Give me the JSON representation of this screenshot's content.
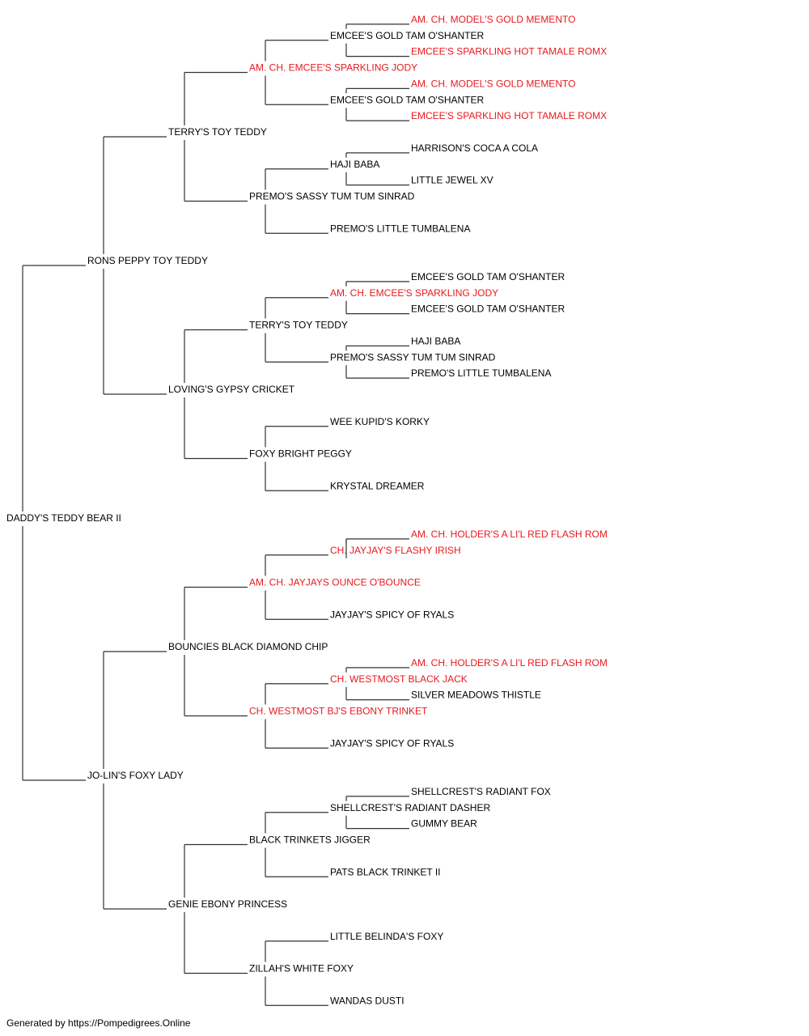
{
  "colors": {
    "champion": "#e8191e",
    "normal": "#000000",
    "line": "#333333"
  },
  "footer": "Generated by https://Pompedigrees.Online",
  "pedigree": {
    "name": "DADDY'S TEDDY BEAR II",
    "champion": false,
    "sire": {
      "name": "RONS PEPPY TOY TEDDY",
      "champion": false,
      "sire": {
        "name": "TERRY'S TOY TEDDY",
        "champion": false,
        "sire": {
          "name": "AM. CH. EMCEE'S SPARKLING JODY",
          "champion": true,
          "sire": {
            "name": "EMCEE'S GOLD TAM O'SHANTER",
            "champion": false,
            "sire": {
              "name": "AM. CH. MODEL'S GOLD MEMENTO",
              "champion": true
            },
            "dam": {
              "name": "EMCEE'S SPARKLING HOT TAMALE ROMX",
              "champion": true
            }
          },
          "dam": {
            "name": "EMCEE'S GOLD TAM O'SHANTER",
            "champion": false,
            "sire": {
              "name": "AM. CH. MODEL'S GOLD MEMENTO",
              "champion": true
            },
            "dam": {
              "name": "EMCEE'S SPARKLING HOT TAMALE ROMX",
              "champion": true
            }
          }
        },
        "dam": {
          "name": "PREMO'S SASSY TUM TUM SINRAD",
          "champion": false,
          "sire": {
            "name": "HAJI BABA",
            "champion": false,
            "sire": {
              "name": "HARRISON'S COCA A COLA",
              "champion": false
            },
            "dam": {
              "name": "LITTLE JEWEL XV",
              "champion": false
            }
          },
          "dam": {
            "name": "PREMO'S LITTLE TUMBALENA",
            "champion": false
          }
        }
      },
      "dam": {
        "name": "LOVING'S GYPSY CRICKET",
        "champion": false,
        "sire": {
          "name": "TERRY'S TOY TEDDY",
          "champion": false,
          "sire": {
            "name": "AM. CH. EMCEE'S SPARKLING JODY",
            "champion": true,
            "sire": {
              "name": "EMCEE'S GOLD TAM O'SHANTER",
              "champion": false
            },
            "dam": {
              "name": "EMCEE'S GOLD TAM O'SHANTER",
              "champion": false
            }
          },
          "dam": {
            "name": "PREMO'S SASSY TUM TUM SINRAD",
            "champion": false,
            "sire": {
              "name": "HAJI BABA",
              "champion": false
            },
            "dam": {
              "name": "PREMO'S LITTLE TUMBALENA",
              "champion": false
            }
          }
        },
        "dam": {
          "name": "FOXY BRIGHT PEGGY",
          "champion": false,
          "sire": {
            "name": "WEE KUPID'S KORKY",
            "champion": false
          },
          "dam": {
            "name": "KRYSTAL DREAMER",
            "champion": false
          }
        }
      }
    },
    "dam": {
      "name": "JO-LIN'S FOXY LADY",
      "champion": false,
      "sire": {
        "name": "BOUNCIES BLACK DIAMOND CHIP",
        "champion": false,
        "sire": {
          "name": "AM. CH. JAYJAYS OUNCE O'BOUNCE",
          "champion": true,
          "sire": {
            "name": "CH. JAYJAY'S FLASHY IRISH",
            "champion": true,
            "sire": {
              "name": "AM. CH. HOLDER'S A LI'L RED FLASH ROM",
              "champion": true
            }
          },
          "dam": {
            "name": "JAYJAY'S SPICY OF RYALS",
            "champion": false
          }
        },
        "dam": {
          "name": "CH. WESTMOST BJ'S EBONY TRINKET",
          "champion": true,
          "sire": {
            "name": "CH. WESTMOST BLACK JACK",
            "champion": true,
            "sire": {
              "name": "AM. CH. HOLDER'S A LI'L RED FLASH ROM",
              "champion": true
            },
            "dam": {
              "name": "SILVER MEADOWS THISTLE",
              "champion": false
            }
          },
          "dam": {
            "name": "JAYJAY'S SPICY OF RYALS",
            "champion": false
          }
        }
      },
      "dam": {
        "name": "GENIE EBONY PRINCESS",
        "champion": false,
        "sire": {
          "name": "BLACK TRINKETS JIGGER",
          "champion": false,
          "sire": {
            "name": "SHELLCREST'S RADIANT DASHER",
            "champion": false,
            "sire": {
              "name": "SHELLCREST'S RADIANT FOX",
              "champion": false
            },
            "dam": {
              "name": "GUMMY BEAR",
              "champion": false
            }
          },
          "dam": {
            "name": "PATS BLACK TRINKET II",
            "champion": false
          }
        },
        "dam": {
          "name": "ZILLAH'S WHITE FOXY",
          "champion": false,
          "sire": {
            "name": "LITTLE BELINDA'S FOXY",
            "champion": false
          },
          "dam": {
            "name": "WANDAS DUSTI",
            "champion": false
          }
        }
      }
    }
  }
}
